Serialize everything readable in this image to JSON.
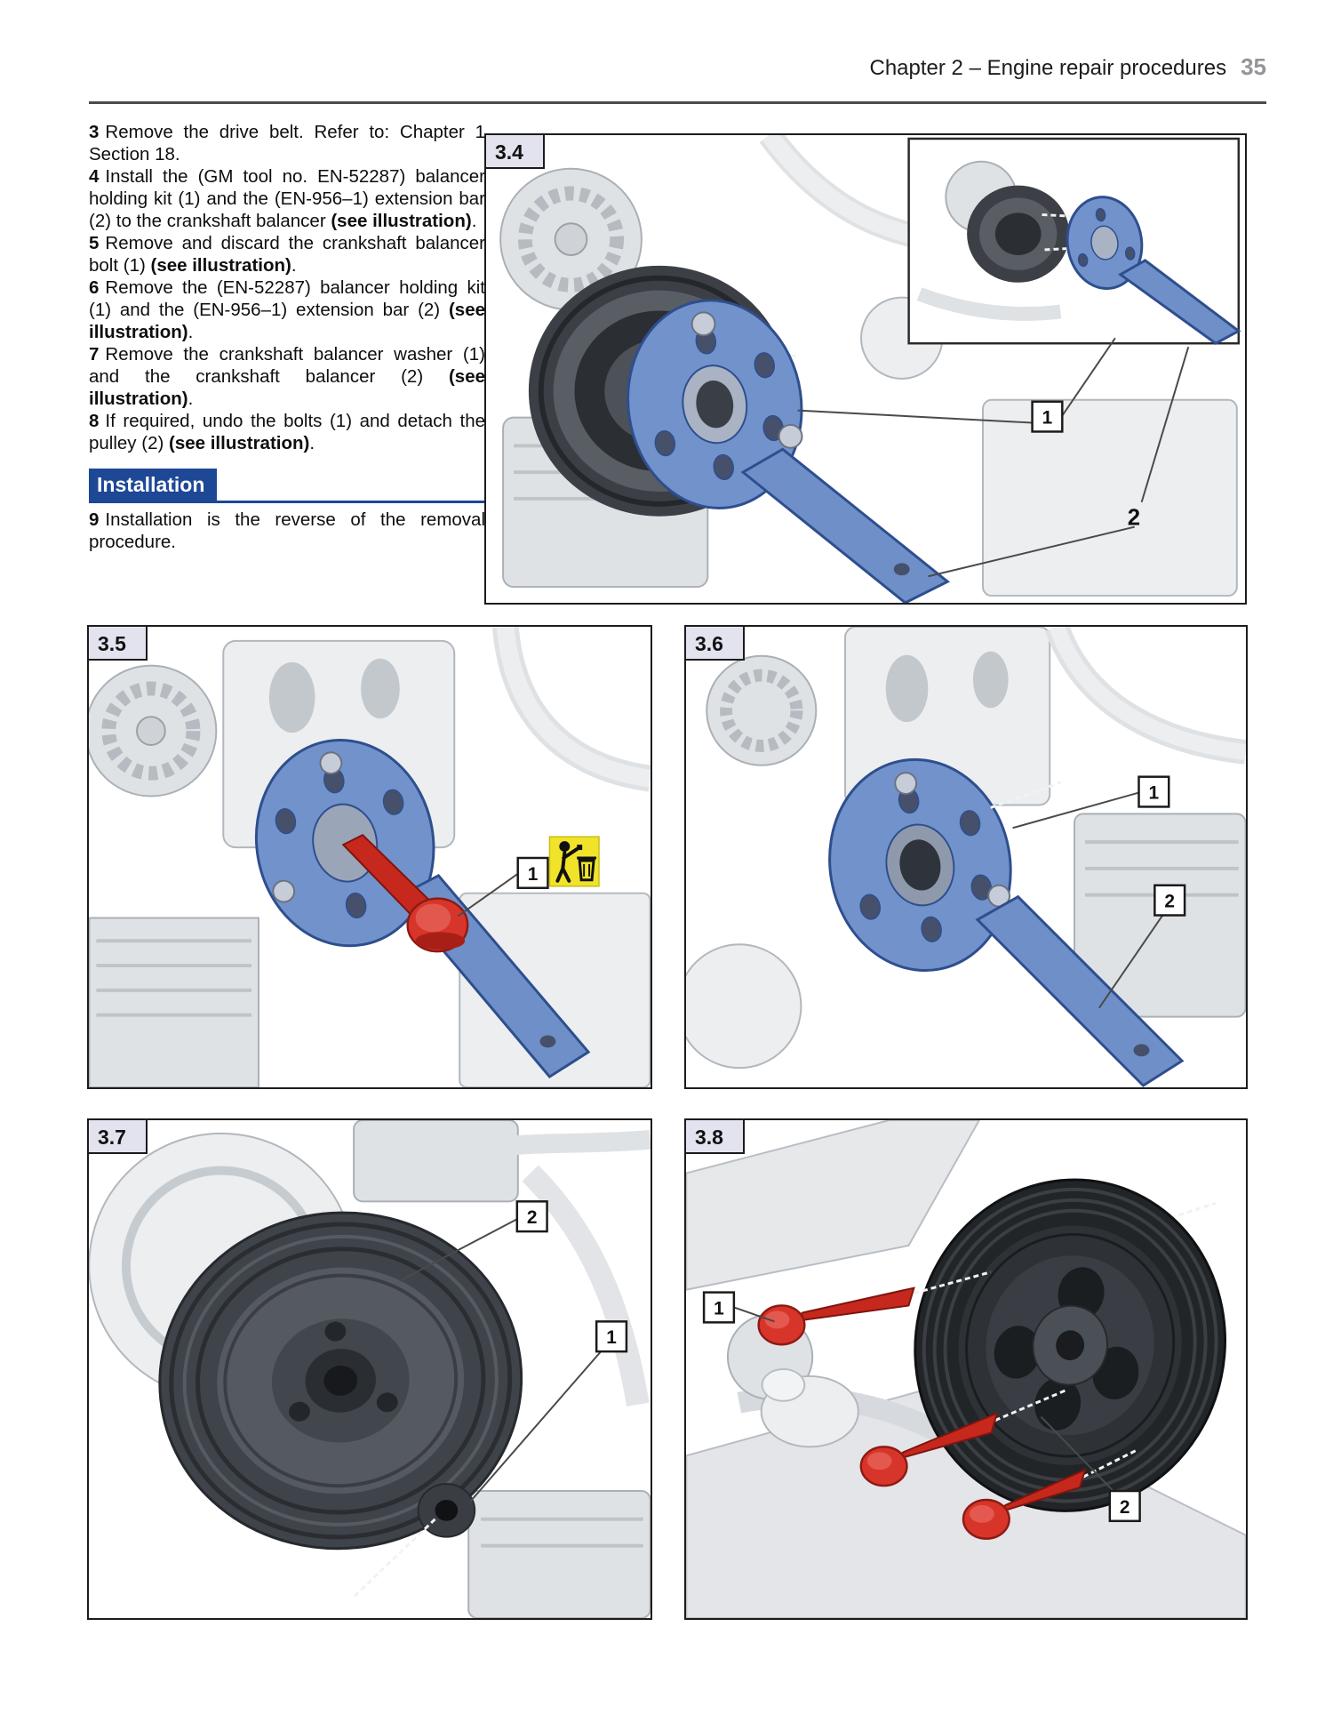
{
  "page": {
    "header": {
      "title": "Chapter 2 – Engine repair procedures",
      "page_number": "35"
    },
    "colors": {
      "accent_blue": "#1e4796",
      "tool_blue": "#7292cb",
      "bolt_red": "#c6281e",
      "warning_yellow": "#f1e32a",
      "page_number_gray": "#939598",
      "figure_label_bg": "#e2e3ee"
    }
  },
  "content": {
    "paragraphs": [
      {
        "num": "3",
        "segments": [
          {
            "t": "Remove the drive belt. Refer to: Chapter 1 Section 18."
          }
        ]
      },
      {
        "num": "4",
        "segments": [
          {
            "t": "Install the (GM tool no. EN-52287) balancer holding kit (1) and the (EN-956–1) extension bar (2) to the crankshaft balancer "
          },
          {
            "t": "(see illustration)",
            "b": true
          },
          {
            "t": "."
          }
        ]
      },
      {
        "num": "5",
        "segments": [
          {
            "t": "Remove and discard the crankshaft balancer bolt (1) "
          },
          {
            "t": "(see illustration)",
            "b": true
          },
          {
            "t": "."
          }
        ]
      },
      {
        "num": "6",
        "segments": [
          {
            "t": "Remove the (EN-52287) balancer holding kit (1) and the (EN-956–1) extension bar (2) "
          },
          {
            "t": "(see illustration)",
            "b": true
          },
          {
            "t": "."
          }
        ]
      },
      {
        "num": "7",
        "segments": [
          {
            "t": "Remove the crankshaft balancer washer (1) and the crankshaft balancer (2) "
          },
          {
            "t": "(see illustration)",
            "b": true
          },
          {
            "t": "."
          }
        ]
      },
      {
        "num": "8",
        "segments": [
          {
            "t": "If required, undo the bolts (1) and detach the pulley (2) "
          },
          {
            "t": "(see illustration)",
            "b": true
          },
          {
            "t": "."
          }
        ]
      }
    ],
    "installation_heading": "Installation",
    "closing_paragraph": {
      "num": "9",
      "segments": [
        {
          "t": "Installation is the reverse of the removal procedure."
        }
      ]
    }
  },
  "figures": {
    "f34": {
      "label": "3.4",
      "callout_kit": "1",
      "callout_bar": "2"
    },
    "f35": {
      "label": "3.5",
      "callout_bolt": "1"
    },
    "f36": {
      "label": "3.6",
      "callout_kit": "1",
      "callout_bar": "2"
    },
    "f37": {
      "label": "3.7",
      "callout_washer": "1",
      "callout_balancer": "2"
    },
    "f38": {
      "label": "3.8",
      "callout_bolts": "1",
      "callout_pulley": "2"
    }
  },
  "icons": {
    "discard_warning": "person-discarding-part-into-bin"
  }
}
